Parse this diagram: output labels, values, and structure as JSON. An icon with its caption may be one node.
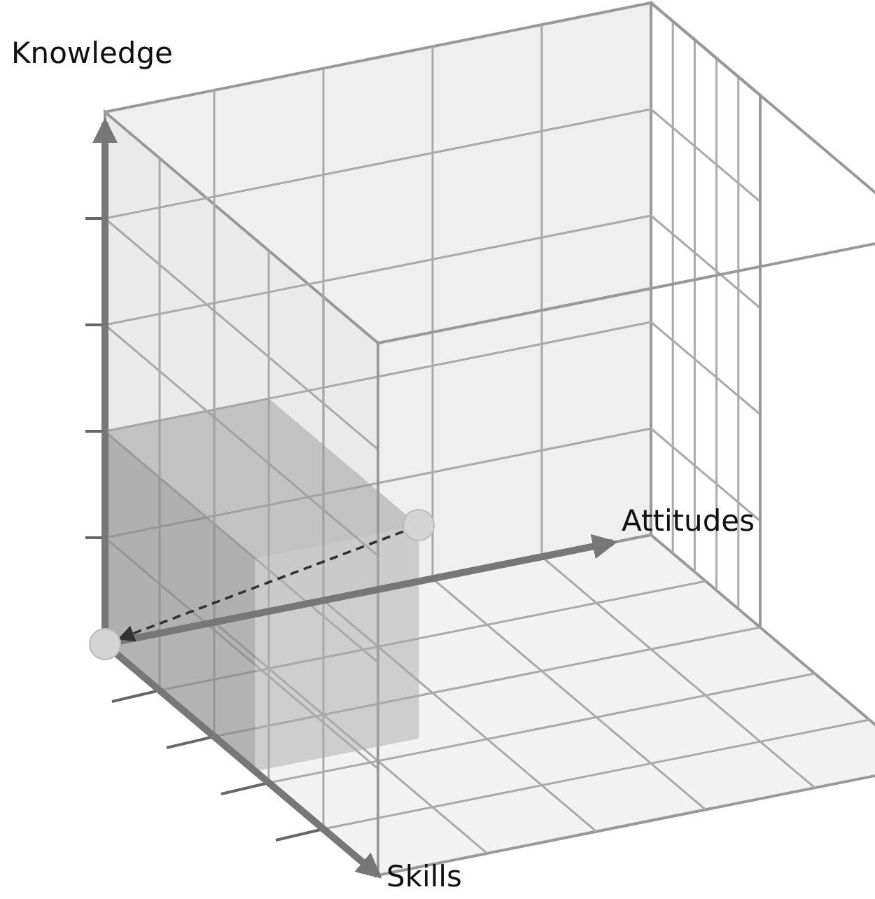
{
  "diagram": {
    "nodes": [
      {
        "text": [],
        "shape": "circle"
      },
      {
        "text": [],
        "shape": "circle"
      }
    ],
    "edges": [
      {
        "from": 0,
        "to": 1,
        "arrow": "to",
        "style": "dashed"
      }
    ],
    "labels": [
      "Knowledge",
      "Attitudes",
      "Skills"
    ]
  }
}
